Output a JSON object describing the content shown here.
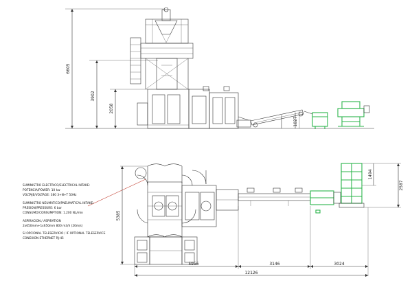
{
  "elevation": {
    "dimensions": {
      "total_height": "6605",
      "mid_height": "3902",
      "base_height": "2058",
      "conveyor_height": "1027"
    }
  },
  "plan": {
    "dimensions": {
      "width_left": "5385",
      "section_1": "5956",
      "section_2": "3146",
      "section_3": "3024",
      "overall_length": "12126",
      "right_height": "2587",
      "right_small": "1494"
    },
    "specs": {
      "electrical_title": "SUMINISTRO ELECTRICO/ELECTRICAL INTAKE:",
      "power": "POTENCIA/POWER:              10 kw",
      "voltage": "VOLTAJE/VOLTAGE:            380 3+N+T 50Hz",
      "pneumatic_title": "SUMINISTRO NEUMATICO/PNEUMATICAL INTAKE:",
      "pressure": "PRESION/PRESSURE:            6 bar",
      "consumption": "CONSUMO/CONSUMPTION:      1.200 NL/min",
      "aspiration_title": "ASPIRACION / ASPIRATION",
      "aspiration_value": "2x650mm+1x650mm     800 m3/h     (20m/s)",
      "optional_teleservice": "SI OPCIONAL TELESERVICIO / IF OPTIONAL TELESERVICE",
      "connection": "CONEXION ETHERNET RJ-45"
    }
  }
}
